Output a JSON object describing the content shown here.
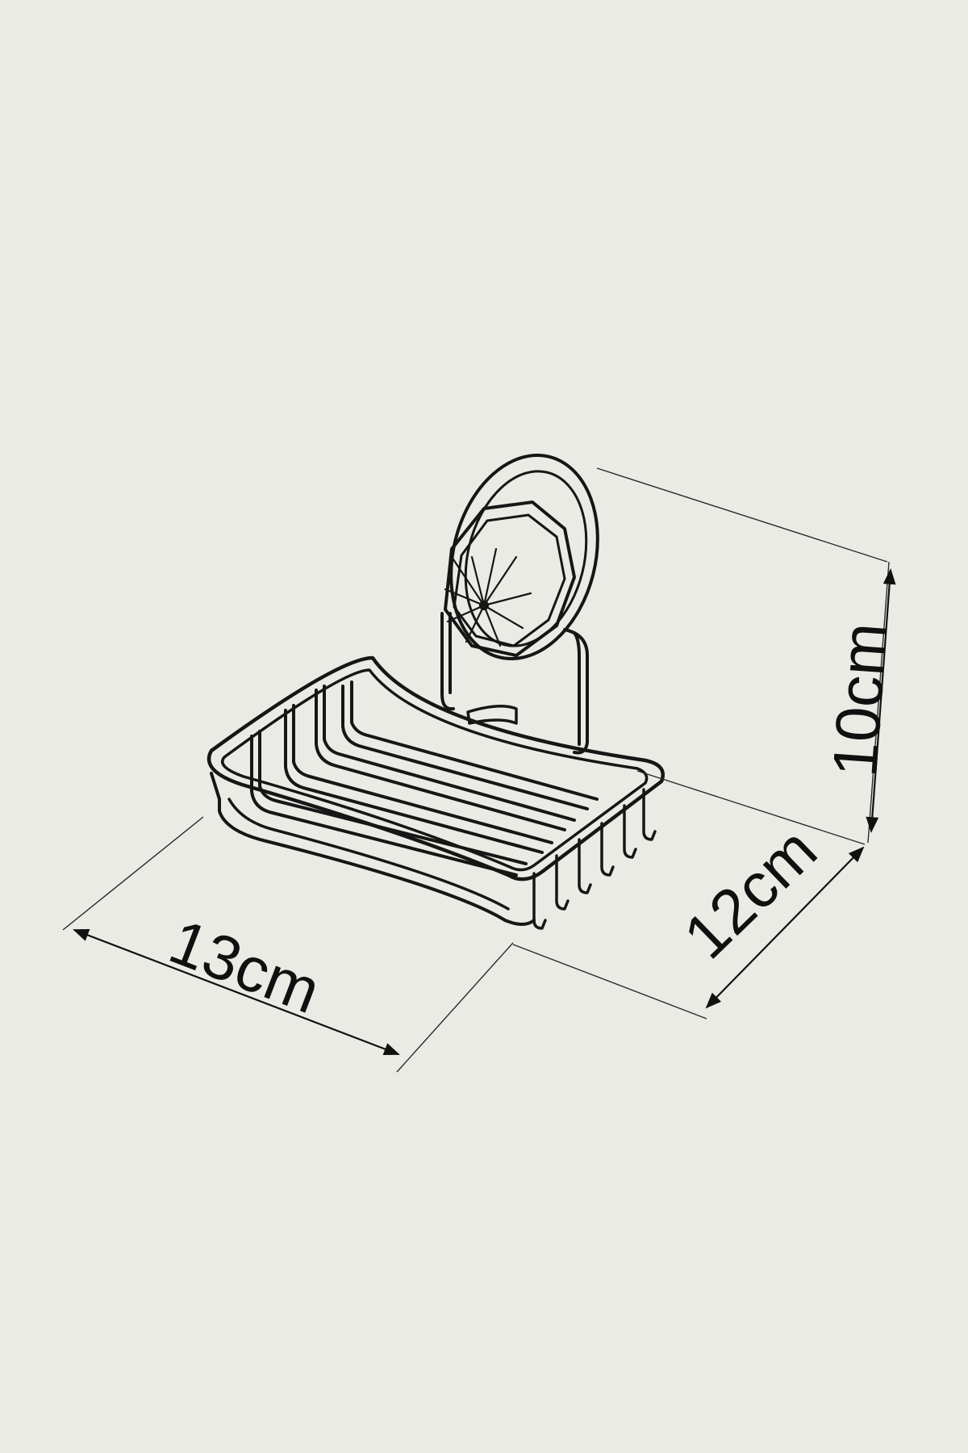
{
  "dimensions": {
    "width_label": "13cm",
    "depth_label": "12cm",
    "height_label": "10cm"
  },
  "colors": {
    "background": "#e9e9e4",
    "ink": "#161616"
  },
  "product": {
    "icon": "suction-cup-soap-basket"
  }
}
